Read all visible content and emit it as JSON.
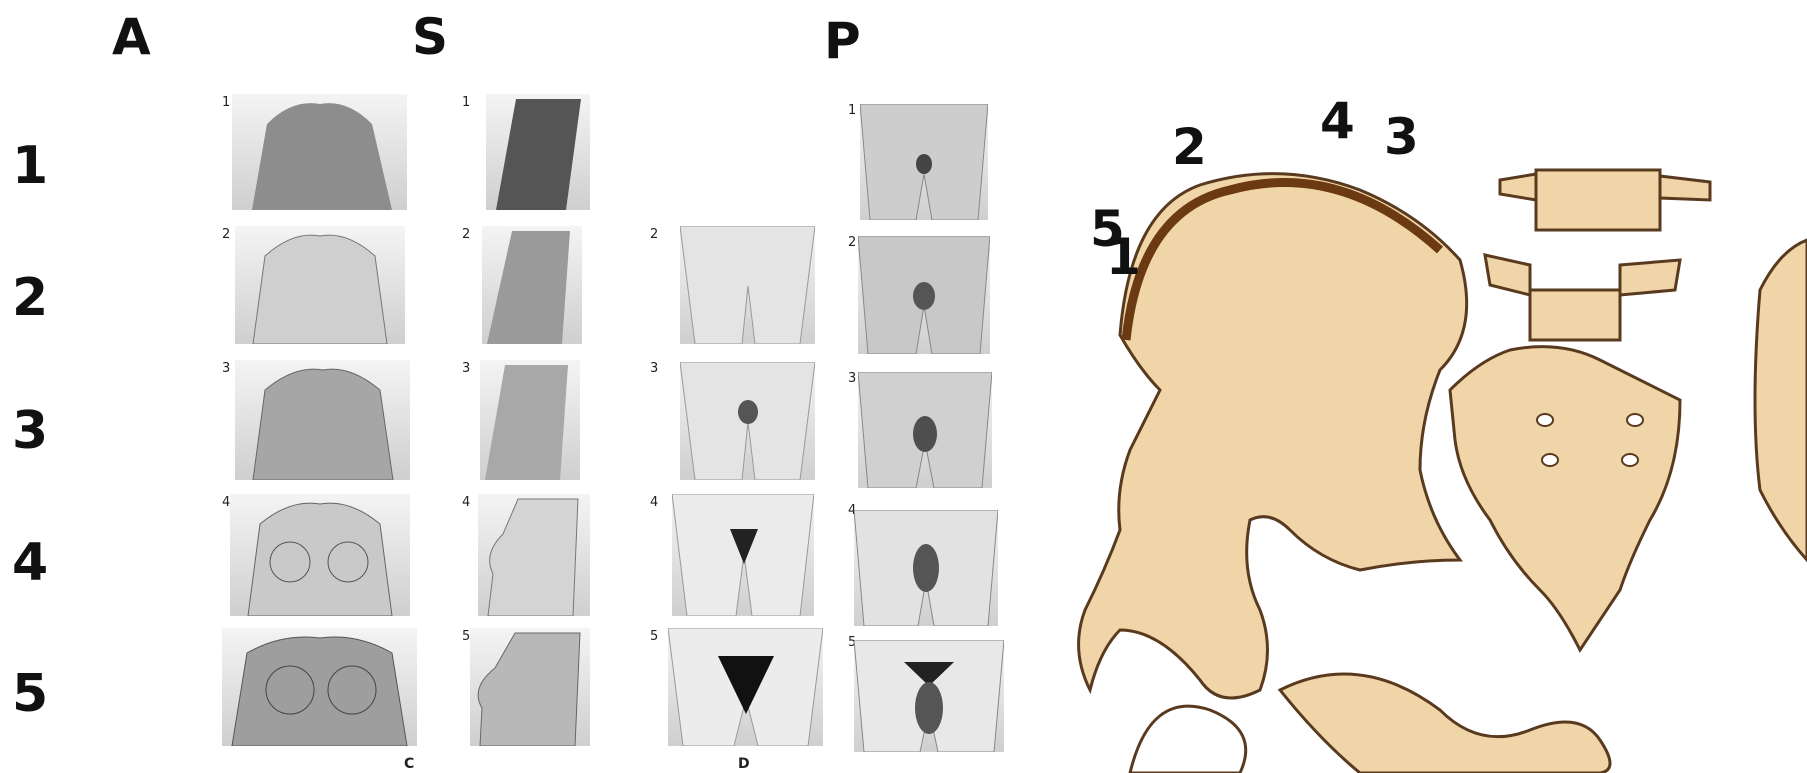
{
  "headers": {
    "a": "A",
    "s": "S",
    "p": "P"
  },
  "row_labels": [
    "1",
    "2",
    "3",
    "4",
    "5"
  ],
  "panel_numbers": [
    "1",
    "2",
    "3",
    "4",
    "5"
  ],
  "column_sublabels": {
    "c": "C",
    "d": "D"
  },
  "pelvis_labels": {
    "l2": "2",
    "l4": "4",
    "l3": "3",
    "l5": "5",
    "l1": "1"
  },
  "colors": {
    "bone": "#f0d5a8",
    "bone_outline": "#5a3a1f",
    "crest": "#6b3a12",
    "text": "#111111"
  }
}
